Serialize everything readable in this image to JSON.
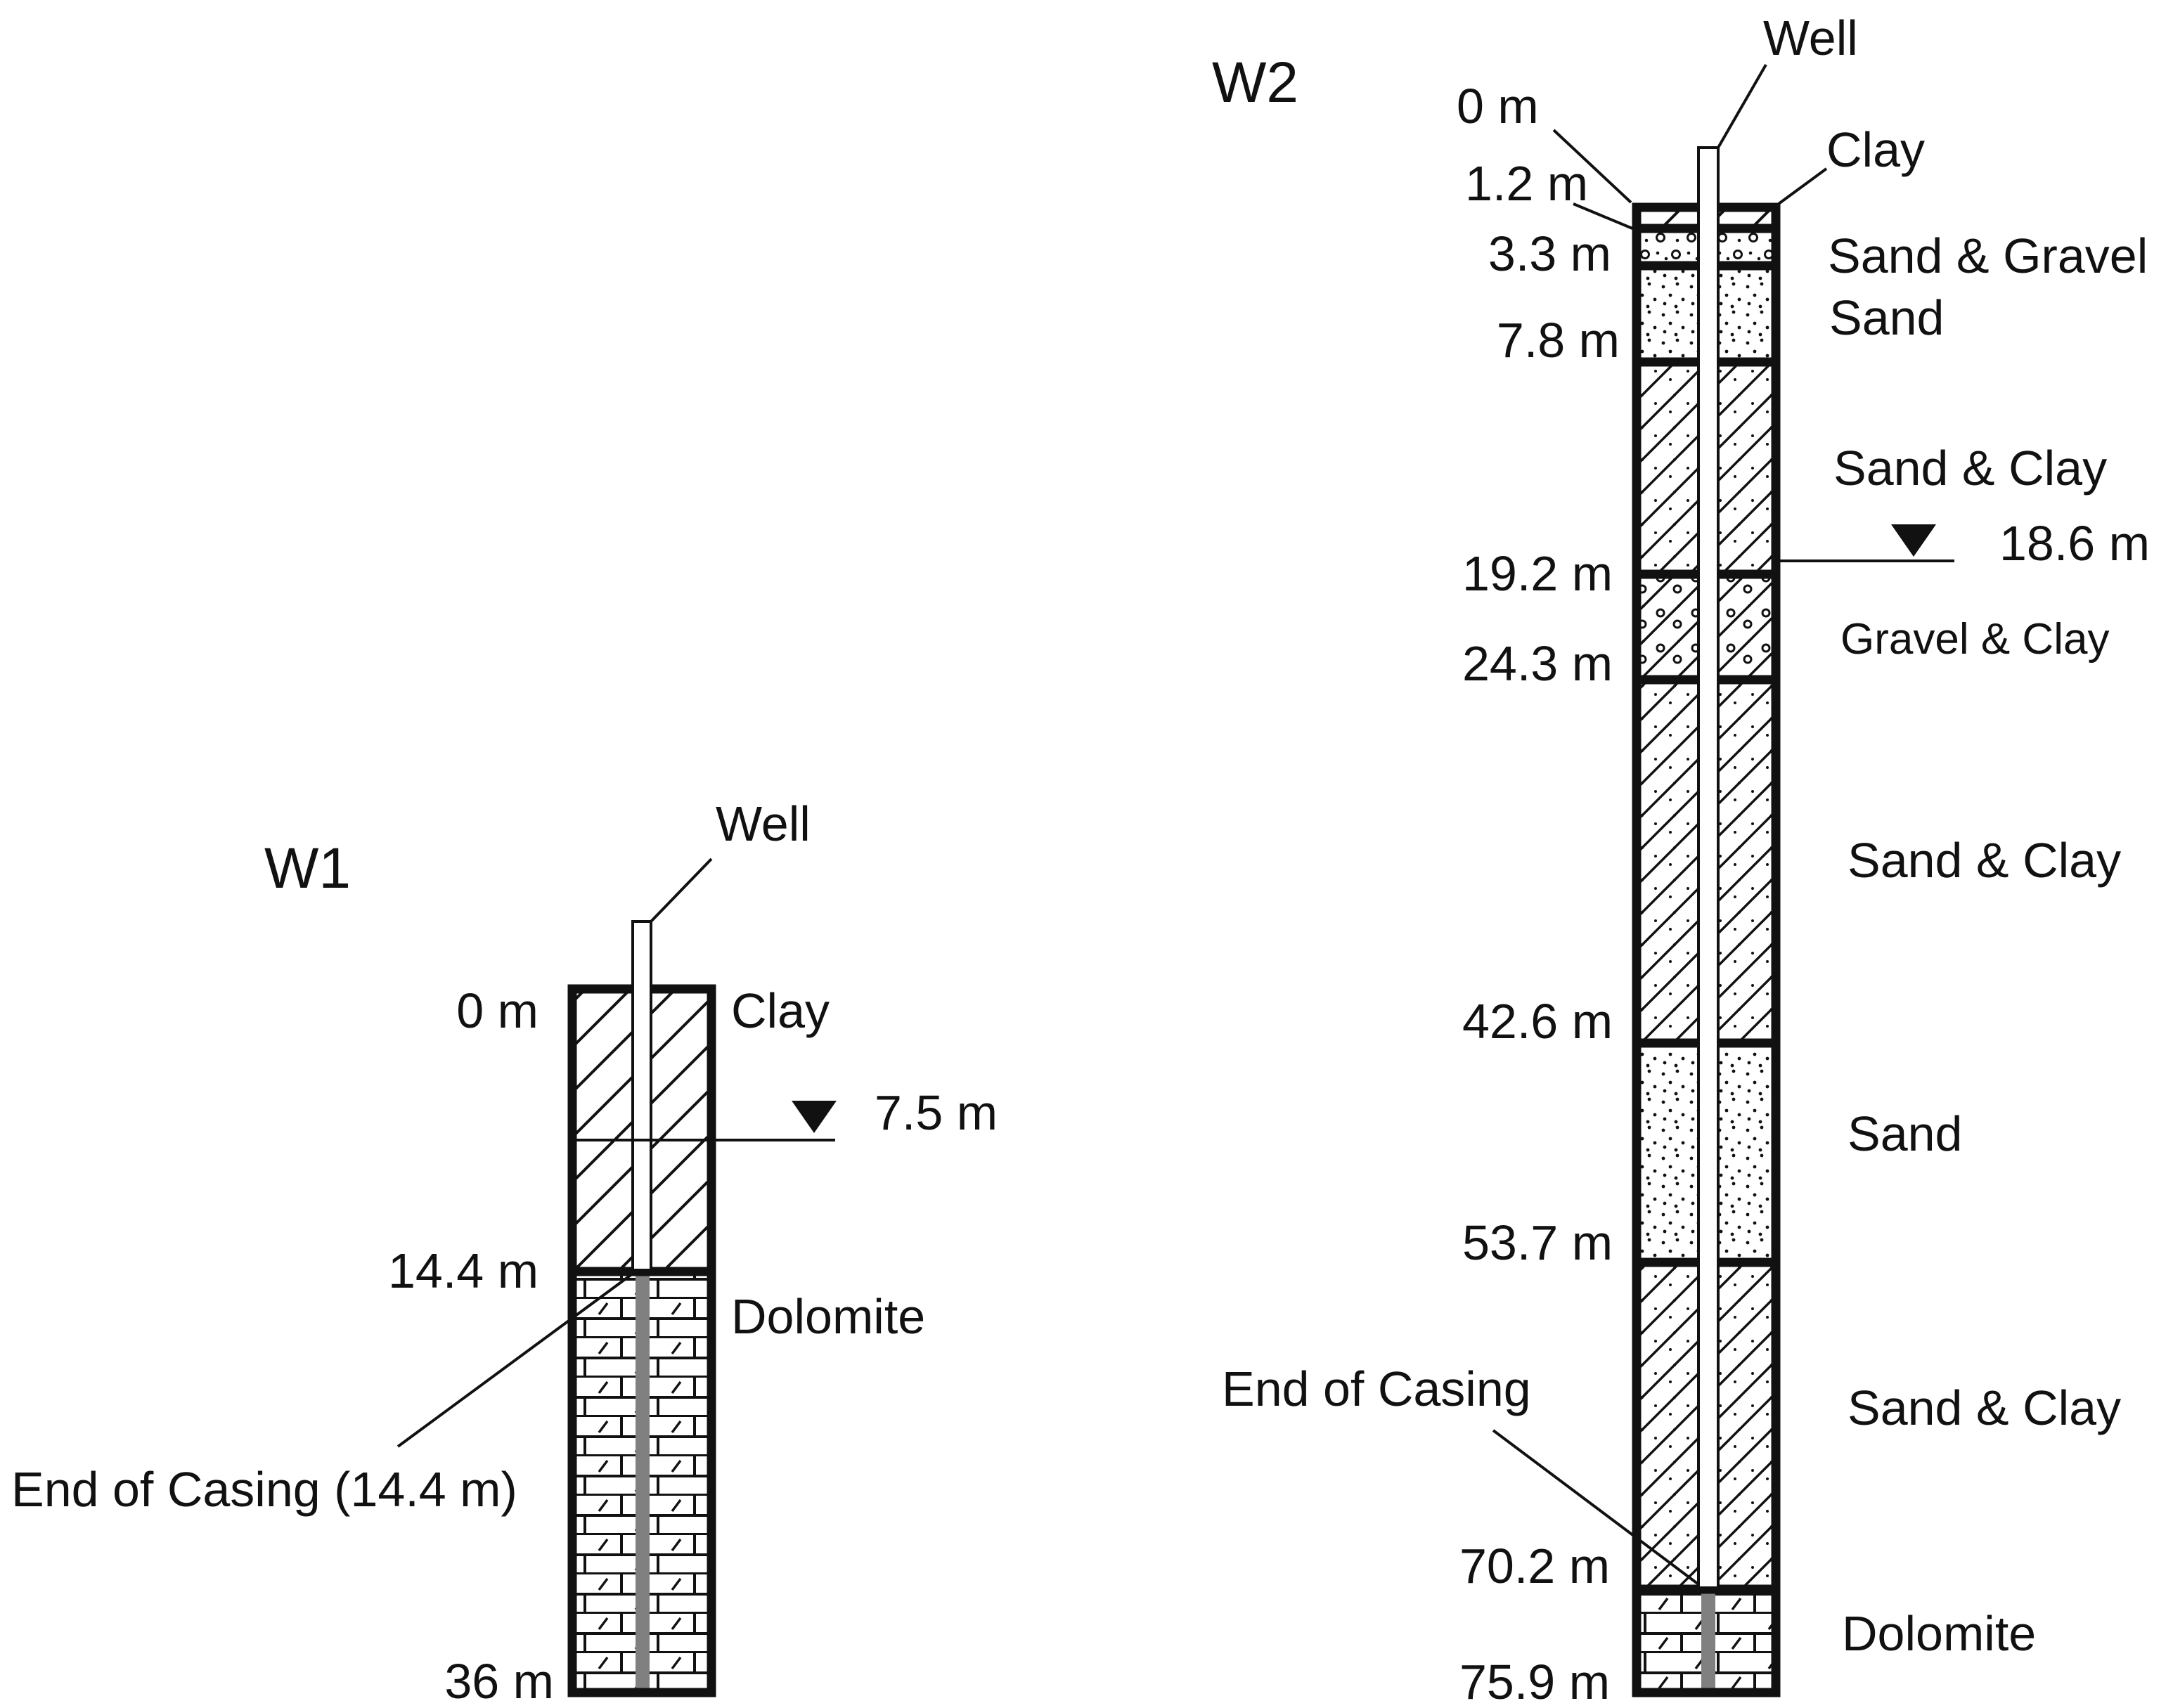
{
  "colors": {
    "ink": "#111111",
    "open_hole": "#808080",
    "background": "#ffffff"
  },
  "w1": {
    "title": "W1",
    "well_label": "Well",
    "water_level": "7.5 m",
    "casing_label": "End of Casing (14.4 m)",
    "layers": [
      {
        "name": "Clay",
        "top": "0 m",
        "top_m": 0,
        "bottom_m": 14.4,
        "pattern": "clay"
      },
      {
        "name": "Dolomite",
        "top": "14.4 m",
        "top_m": 14.4,
        "bottom_m": 36,
        "pattern": "dolomite"
      }
    ],
    "bottom_depth": "36 m",
    "total_m": 36,
    "water_level_m": 7.5,
    "casing_end_m": 14.4
  },
  "w2": {
    "title": "W2",
    "well_label": "Well",
    "water_level": "18.6 m",
    "casing_label": "End of Casing",
    "layers": [
      {
        "name": "Clay",
        "top": "0 m",
        "top_m": 0,
        "bottom_m": 1.2,
        "pattern": "clay"
      },
      {
        "name": "Sand & Gravel",
        "top": "1.2 m",
        "top_m": 1.2,
        "bottom_m": 3.3,
        "pattern": "sandgravel"
      },
      {
        "name": "Sand",
        "top": "3.3 m",
        "top_m": 3.3,
        "bottom_m": 7.8,
        "pattern": "sand"
      },
      {
        "name": "Sand & Clay",
        "top": "7.8 m",
        "top_m": 7.8,
        "bottom_m": 19.2,
        "pattern": "sandclay"
      },
      {
        "name": "Gravel & Clay",
        "top": "19.2 m",
        "top_m": 19.2,
        "bottom_m": 24.3,
        "pattern": "gravelclay"
      },
      {
        "name": "Sand & Clay",
        "top": "24.3 m",
        "top_m": 24.3,
        "bottom_m": 42.6,
        "pattern": "sandclay"
      },
      {
        "name": "Sand",
        "top": "42.6 m",
        "top_m": 42.6,
        "bottom_m": 53.7,
        "pattern": "sand"
      },
      {
        "name": "Sand & Clay",
        "top": "53.7 m",
        "top_m": 53.7,
        "bottom_m": 70.2,
        "pattern": "sandclay"
      },
      {
        "name": "Dolomite",
        "top": "70.2 m",
        "top_m": 70.2,
        "bottom_m": 75.9,
        "pattern": "dolomite"
      }
    ],
    "bottom_depth": "75.9 m",
    "total_m": 75.9,
    "water_level_m": 18.6,
    "casing_end_m": 70.2
  }
}
